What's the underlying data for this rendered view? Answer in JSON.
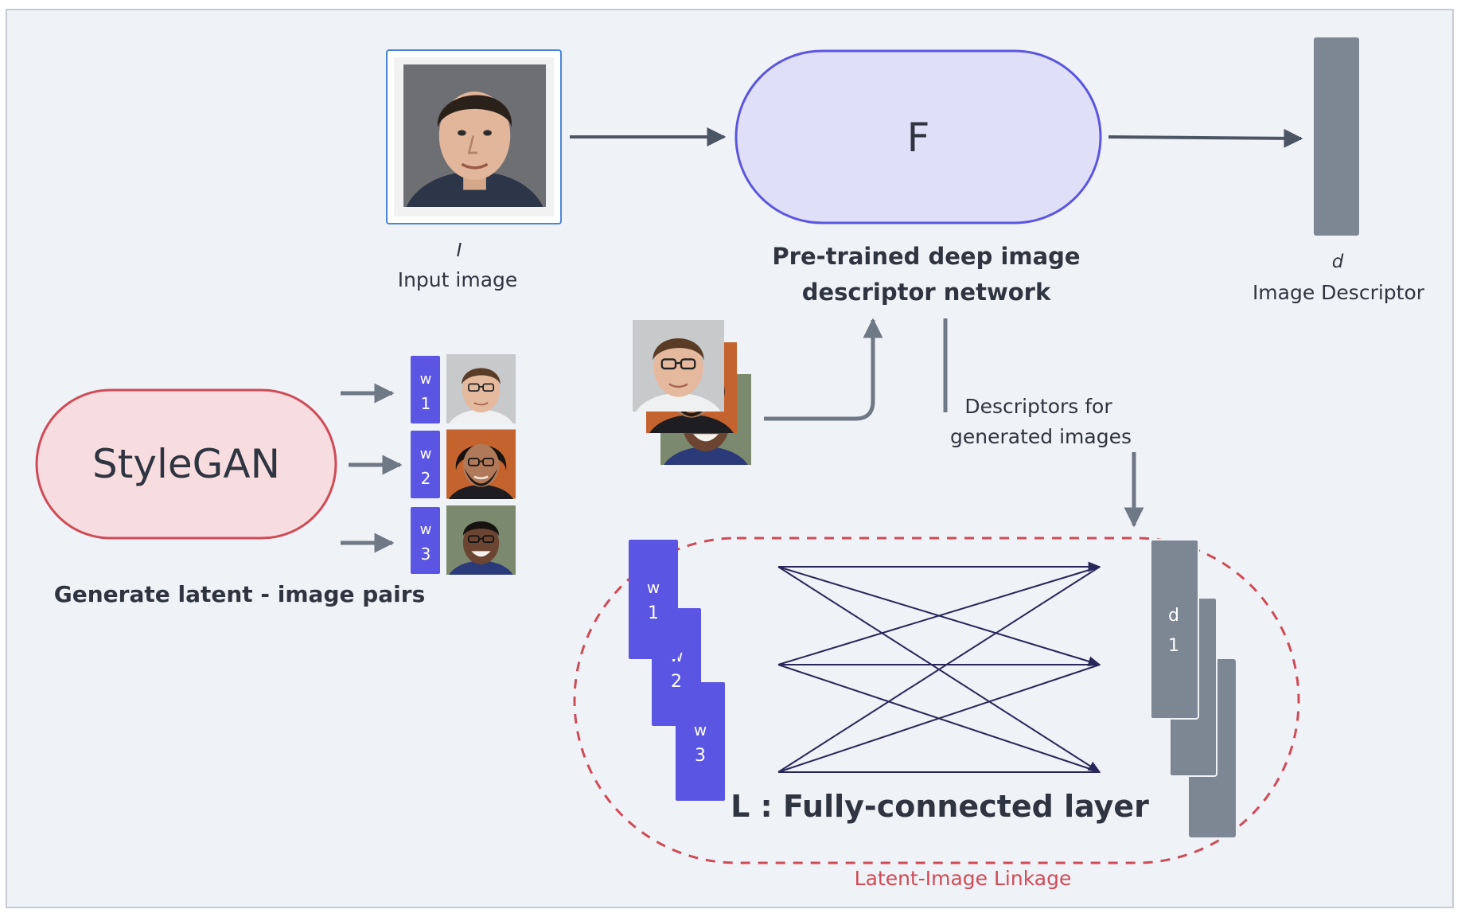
{
  "input": {
    "symbol": "I",
    "label": "Input image"
  },
  "network": {
    "symbol": "F",
    "title_line1": "Pre-trained deep image",
    "title_line2": "descriptor network"
  },
  "descriptor": {
    "symbol": "d",
    "label": "Image Descriptor"
  },
  "stylegan": {
    "label": "StyleGAN",
    "caption": "Generate latent - image pairs"
  },
  "latents": [
    {
      "w": "w",
      "index": "1"
    },
    {
      "w": "w",
      "index": "2"
    },
    {
      "w": "w",
      "index": "3"
    }
  ],
  "generated_descriptors": {
    "line1": "Descriptors for",
    "line2": "generated images"
  },
  "linkage": {
    "fc_label": "L : Fully-connected layer",
    "region_label": "Latent-Image Linkage",
    "d_symbol": "d",
    "d_index": "1"
  },
  "colors": {
    "background": "#eff2f6",
    "frame": "#c8ccd2",
    "network_fill": "#dfe0f8",
    "network_stroke": "#5b55e0",
    "stylegan_fill": "#f8dde0",
    "stylegan_stroke": "#cf4b58",
    "latent_block": "#5b55e3",
    "descriptor_block": "#7d8794",
    "arrow": "#6f7986",
    "dark_arrow": "#4b5563",
    "fc_lines": "#27275a",
    "dashed": "#cf4b58",
    "text": "#2f3540"
  },
  "icons": [
    "face-photo"
  ]
}
